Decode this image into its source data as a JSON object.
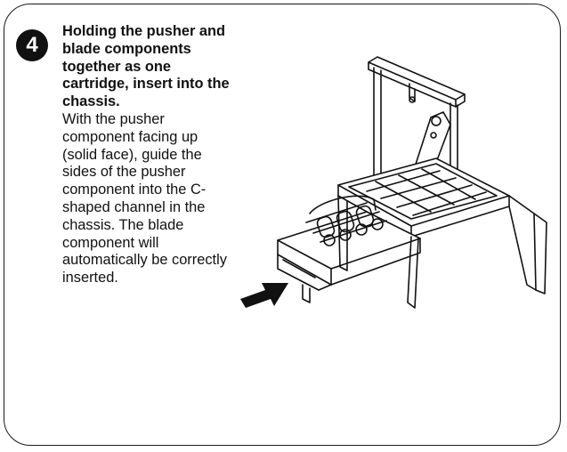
{
  "step": {
    "number": "4",
    "lead": "Holding the pusher and blade components together as one cartridge, insert into the chassis.",
    "body": "With the pusher component facing up (solid face), guide the sides of the pusher component into the C-shaped channel in the chassis. The blade component will automatically be correctly inserted."
  },
  "illustration": {
    "icon": "slicer-cartridge-insertion-illustration",
    "arrow_icon": "insert-direction-arrow-icon",
    "stroke_color": "#111111"
  }
}
